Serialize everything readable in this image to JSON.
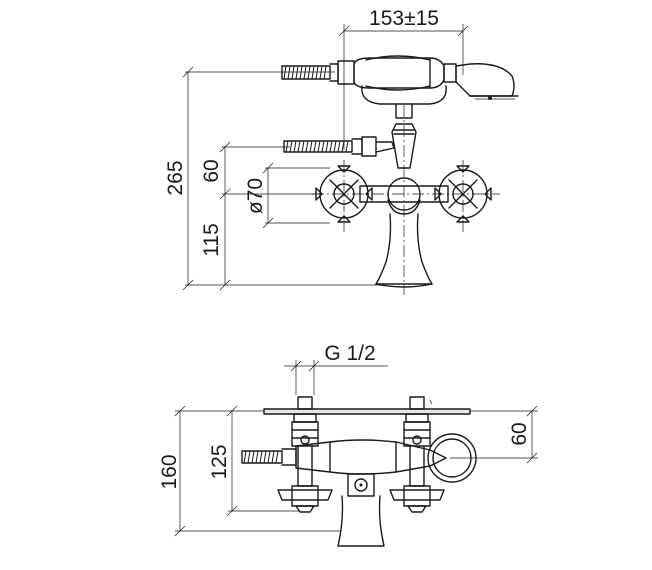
{
  "dimensions": {
    "width_range": "153±15",
    "overall_height": "265",
    "hose_connection_height": "60",
    "handle_diameter": "ø70",
    "body_height": "115",
    "thread_size": "G 1/2",
    "plan_depth": "160",
    "plan_outlet_depth": "125",
    "wall_offset": "60"
  }
}
